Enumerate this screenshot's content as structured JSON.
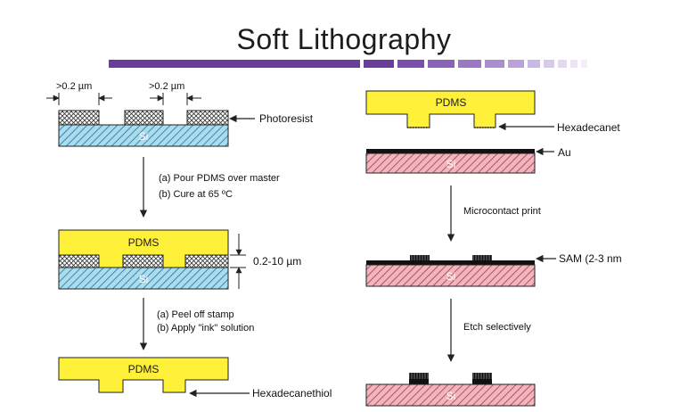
{
  "title": "Soft Lithography",
  "colors": {
    "title_bar": "#6a3d9a",
    "pdms": "#fff13a",
    "si_blue": "#a9dcef",
    "si_pink": "#f4b3bd",
    "au_black": "#111111"
  },
  "left": {
    "dim_left": ">0.2 µm",
    "dim_right": ">0.2 µm",
    "photoresist_label": "Photoresist",
    "si_label": "Si",
    "step1_a": "(a) Pour PDMS over master",
    "step1_b": "(b) Cure at 65 ºC",
    "pdms_label": "PDMS",
    "thickness_label": "0.2-10 µm",
    "step2_a": "(a) Peel off stamp",
    "step2_b": "(b) Apply \"ink\" solution",
    "pdms_label_2": "PDMS",
    "bottom_label": "Hexadecanethiol"
  },
  "right": {
    "pdms_label": "PDMS",
    "hexa_label": "Hexadecanet",
    "au_label": "Au",
    "si_label": "Si",
    "step_microcontact": "Microcontact print",
    "sam_label": "SAM (2-3 nm",
    "si_label_2": "Si",
    "step_etch": "Etch selectively",
    "si_label_3": "Si"
  }
}
